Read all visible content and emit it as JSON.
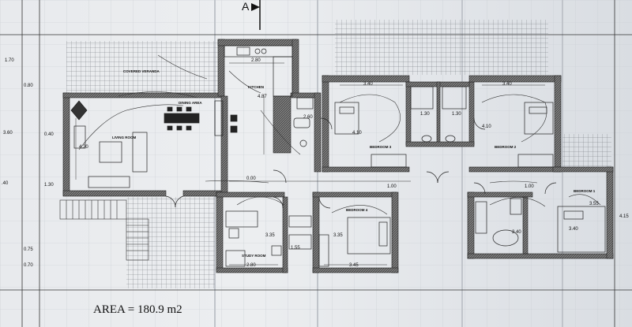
{
  "plan": {
    "section_marker": "A",
    "area_label": "AREA = 180.9 m2",
    "rooms": {
      "covered_veranda": "COVERED VERANDA",
      "kitchen": "KITCHEN",
      "dining_area": "DINING AREA",
      "living_room": "LIVING ROOM",
      "bedroom_3": "BEDROOM 3",
      "bedroom_2": "BEDROOM 2",
      "bedroom_1": "BEDROOM 1",
      "bedroom_4": "BEDROOM 4",
      "study_room": "STUDY ROOM"
    },
    "dimensions": {
      "left_1": "1.70",
      "left_2": "0.80",
      "left_3": "3.60",
      "left_4": "0.40",
      "left_5": "1.30",
      "left_6": ".40",
      "left_7": "0.75",
      "left_8": "0.70",
      "kitchen_width": "2.80",
      "kitchen_depth": "4.87",
      "living_depth": "4.20",
      "hall_a": "0.00",
      "hall_b": "1.00",
      "hall_c": "1.00",
      "wc_width": "2.60",
      "bed3_width": "3.40",
      "bed3_depth": "4.10",
      "bath_a": "1.30",
      "bath_b": "1.30",
      "bed2_width": "3.40",
      "bed2_depth": "4.10",
      "study_depth": "3.35",
      "study_width": "2.80",
      "bed4_depth": "3.35",
      "bed4_width": "3.45",
      "shower_width": "1.55",
      "ensuite_width": "2.40",
      "bed1_width": "3.40",
      "bed1_depth": "3.55",
      "right_edge": "4.15"
    }
  },
  "colors": {
    "ink": "#222222",
    "paper": "#e8eaed",
    "grid": "#b7bcc4"
  }
}
